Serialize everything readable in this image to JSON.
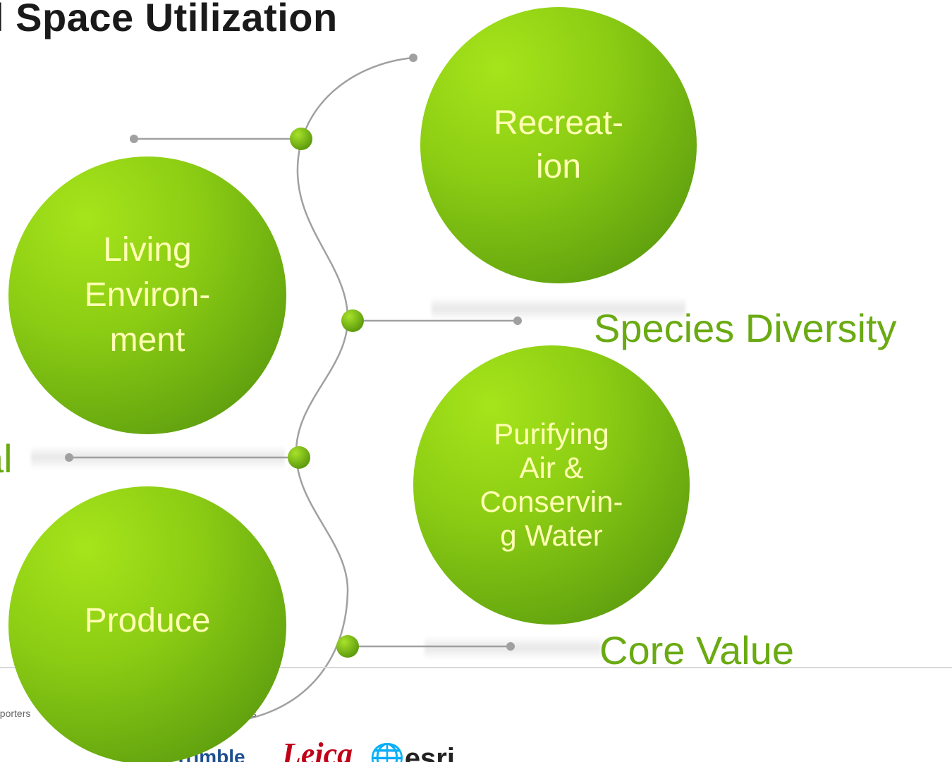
{
  "title": "l Space Utilization",
  "functions": {
    "recreation": "Recreat-\nion",
    "living_environment": "Living\nEnviron-\nment",
    "purifying": "Purifying\nAir &\nConservin-\ng Water",
    "produce": "Produce"
  },
  "labels": {
    "species_diversity": "Species Diversity",
    "core_value": "Core Value",
    "partial_left": "al",
    "partial_top": "l"
  },
  "footer": {
    "supporters": "pporters",
    "sponsors": "rs",
    "logos": {
      "trimble": "Trimble",
      "leica": "Leica",
      "esri": "esri"
    }
  },
  "colors": {
    "circle_green": "#7cc013",
    "label_green": "#6aaa12",
    "circle_text": "#ffffb4",
    "line_gray": "#9e9e9e"
  },
  "icons": [
    "globe-icon"
  ]
}
